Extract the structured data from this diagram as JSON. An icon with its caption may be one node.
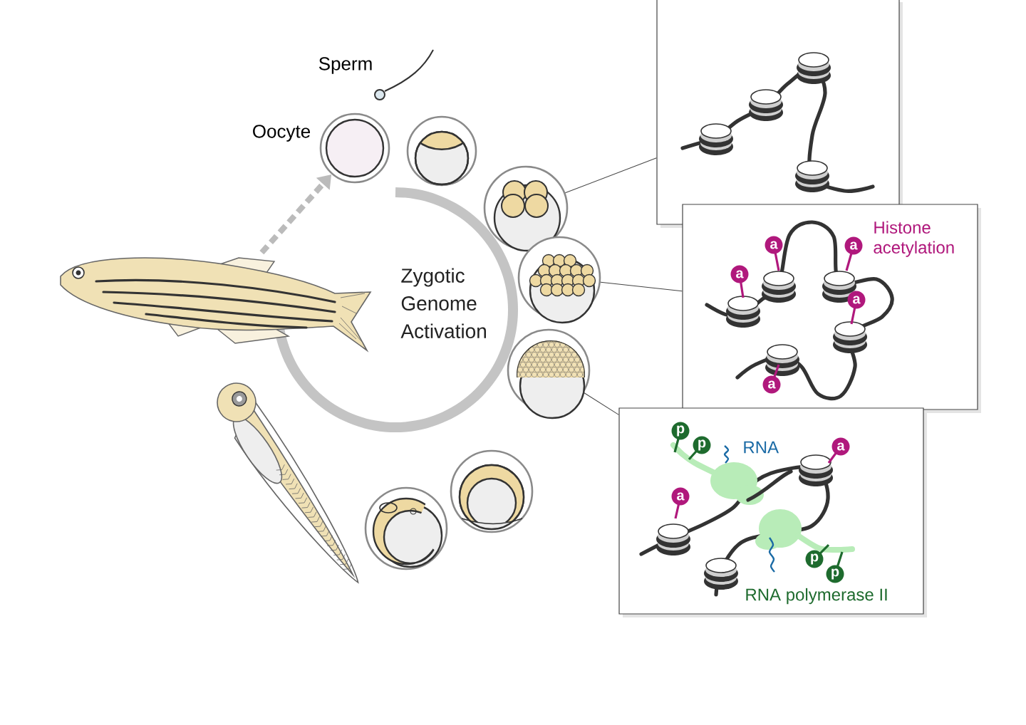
{
  "diagram": {
    "nodes": [
      {
        "text": [],
        "shape": "picture",
        "beside": [
          "Sperm"
        ]
      },
      {
        "text": [],
        "shape": "circle",
        "beside": [
          "Oocyte"
        ]
      },
      {
        "text": [],
        "shape": "circle"
      },
      {
        "text": [],
        "shape": "circle"
      },
      {
        "text": [],
        "shape": "circle"
      },
      {
        "text": [],
        "shape": "circle"
      },
      {
        "text": [],
        "shape": "circle"
      },
      {
        "text": [],
        "shape": "circle"
      },
      {
        "text": [],
        "shape": "picture"
      },
      {
        "text": [],
        "shape": "picture"
      },
      {
        "text": [],
        "shape": "box"
      },
      {
        "text": [
          "Histone acetylation"
        ]
      },
      {
        "text": [
          "a"
        ],
        "in": 11
      },
      {
        "text": [
          "a"
        ],
        "in": 11
      },
      {
        "text": [
          "a"
        ],
        "in": 11
      },
      {
        "text": [
          "a"
        ],
        "in": 11
      },
      {
        "text": [
          "a"
        ],
        "in": 11
      },
      {
        "text": [
          "RNA",
          "RNA polymerase II"
        ]
      },
      {
        "text": [
          "p"
        ],
        "in": 17
      },
      {
        "text": [
          "p"
        ],
        "in": 17
      },
      {
        "text": [
          "a"
        ],
        "in": 17
      },
      {
        "text": [
          "a"
        ],
        "in": 17
      },
      {
        "text": [
          "p"
        ],
        "in": 17
      },
      {
        "text": [
          "p"
        ],
        "in": 17
      }
    ],
    "edges": [
      {
        "from": 3,
        "to": 10,
        "arrow": "none"
      },
      {
        "from": 4,
        "to": 11,
        "arrow": "none"
      },
      {
        "from": 5,
        "to": 17,
        "arrow": "none"
      },
      {
        "from": 8,
        "to": 1,
        "arrow": "to",
        "style": "dashed",
        "color": "#bbbbbb"
      }
    ],
    "labels": [
      "Zygotic Genome Activation"
    ]
  }
}
